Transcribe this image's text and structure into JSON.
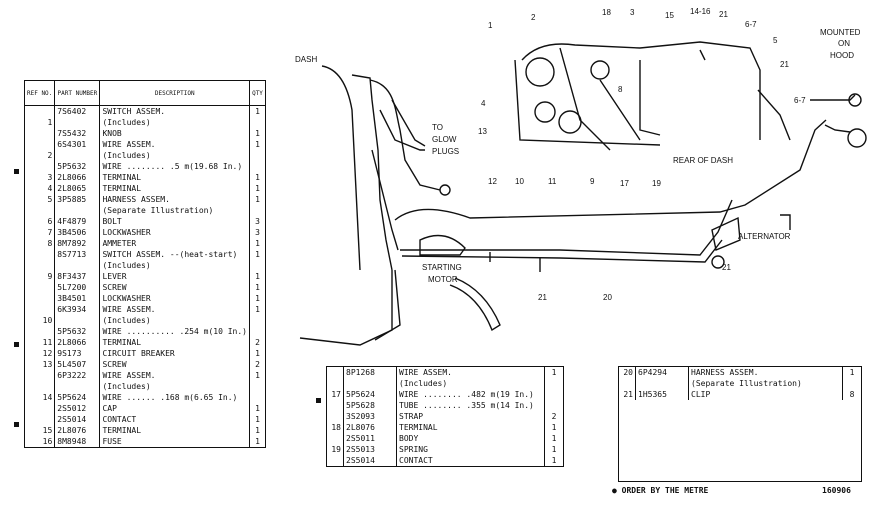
{
  "left_table": {
    "headers": {
      "ref": "REF NO.",
      "part": "PART NUMBER",
      "desc": "DESCRIPTION",
      "qty": "QTY"
    },
    "rows": [
      {
        "ref": "",
        "part": "7S6402",
        "desc": "SWITCH ASSEM.",
        "qty": "1"
      },
      {
        "ref": "1",
        "part": "",
        "desc": "(Includes)",
        "qty": ""
      },
      {
        "ref": "",
        "part": "7S5432",
        "desc": "KNOB",
        "qty": "1"
      },
      {
        "ref": "",
        "part": "6S4301",
        "desc": "WIRE ASSEM.",
        "qty": "1"
      },
      {
        "ref": "2",
        "part": "",
        "desc": "(Includes)",
        "qty": ""
      },
      {
        "ref": "",
        "part": "5P5632",
        "desc": "WIRE ........ .5 m(19.68 In.)",
        "qty": ""
      },
      {
        "ref": "3",
        "part": "2L8066",
        "desc": "TERMINAL",
        "qty": "1"
      },
      {
        "ref": "4",
        "part": "2L8065",
        "desc": "TERMINAL",
        "qty": "1"
      },
      {
        "ref": "5",
        "part": "3P5885",
        "desc": "HARNESS ASSEM.",
        "qty": "1"
      },
      {
        "ref": "",
        "part": "",
        "desc": "(Separate Illustration)",
        "qty": ""
      },
      {
        "ref": "6",
        "part": "4F4879",
        "desc": "BOLT",
        "qty": "3"
      },
      {
        "ref": "7",
        "part": "3B4506",
        "desc": "LOCKWASHER",
        "qty": "3"
      },
      {
        "ref": "8",
        "part": "8M7892",
        "desc": "AMMETER",
        "qty": "1"
      },
      {
        "ref": "",
        "part": "8S7713",
        "desc": "SWITCH ASSEM. --(heat-start)",
        "qty": "1"
      },
      {
        "ref": "",
        "part": "",
        "desc": "(Includes)",
        "qty": ""
      },
      {
        "ref": "9",
        "part": "8F3437",
        "desc": "LEVER",
        "qty": "1"
      },
      {
        "ref": "",
        "part": "5L7200",
        "desc": "SCREW",
        "qty": "1"
      },
      {
        "ref": "",
        "part": "3B4501",
        "desc": "LOCKWASHER",
        "qty": "1"
      },
      {
        "ref": "",
        "part": "6K3934",
        "desc": "WIRE ASSEM.",
        "qty": "1"
      },
      {
        "ref": "10",
        "part": "",
        "desc": "(Includes)",
        "qty": ""
      },
      {
        "ref": "",
        "part": "5P5632",
        "desc": "WIRE .......... .254 m(10 In.)",
        "qty": ""
      },
      {
        "ref": "11",
        "part": "2L8066",
        "desc": "TERMINAL",
        "qty": "2"
      },
      {
        "ref": "12",
        "part": "9S173",
        "desc": "CIRCUIT BREAKER",
        "qty": "1"
      },
      {
        "ref": "13",
        "part": "5L4507",
        "desc": "SCREW",
        "qty": "2"
      },
      {
        "ref": "",
        "part": "6P3222",
        "desc": "WIRE ASSEM.",
        "qty": "1"
      },
      {
        "ref": "",
        "part": "",
        "desc": "(Includes)",
        "qty": ""
      },
      {
        "ref": "14",
        "part": "5P5624",
        "desc": "WIRE ...... .168 m(6.65 In.)",
        "qty": ""
      },
      {
        "ref": "",
        "part": "2S5012",
        "desc": "CAP",
        "qty": "1"
      },
      {
        "ref": "",
        "part": "2S5014",
        "desc": "CONTACT",
        "qty": "1"
      },
      {
        "ref": "15",
        "part": "2L8076",
        "desc": "TERMINAL",
        "qty": "1"
      },
      {
        "ref": "16",
        "part": "8M8948",
        "desc": "FUSE",
        "qty": "1"
      }
    ]
  },
  "middle_table": {
    "rows": [
      {
        "ref": "",
        "part": "8P1268",
        "desc": "WIRE ASSEM.",
        "qty": "1"
      },
      {
        "ref": "",
        "part": "",
        "desc": "(Includes)",
        "qty": ""
      },
      {
        "ref": "17",
        "part": "5P5624",
        "desc": "WIRE ........ .482 m(19 In.)",
        "qty": ""
      },
      {
        "ref": "",
        "part": "5P5628",
        "desc": "TUBE ........ .355 m(14 In.)",
        "qty": ""
      },
      {
        "ref": "",
        "part": "3S2093",
        "desc": "STRAP",
        "qty": "2"
      },
      {
        "ref": "18",
        "part": "2L8076",
        "desc": "TERMINAL",
        "qty": "1"
      },
      {
        "ref": "",
        "part": "2S5011",
        "desc": "BODY",
        "qty": "1"
      },
      {
        "ref": "19",
        "part": "2S5013",
        "desc": "SPRING",
        "qty": "1"
      },
      {
        "ref": "",
        "part": "2S5014",
        "desc": "CONTACT",
        "qty": "1"
      }
    ]
  },
  "right_table": {
    "rows": [
      {
        "ref": "20",
        "part": "6P4294",
        "desc": "HARNESS ASSEM.",
        "qty": "1"
      },
      {
        "ref": "",
        "part": "",
        "desc": "(Separate Illustration)",
        "qty": ""
      },
      {
        "ref": "21",
        "part": "1H5365",
        "desc": "CLIP",
        "qty": "8"
      }
    ]
  },
  "footer": {
    "order_note": "ORDER BY THE METRE",
    "figure_no": "160906"
  },
  "diagram": {
    "labels": {
      "dash": "DASH",
      "to_glow": "TO",
      "glow": "GLOW",
      "plugs": "PLUGS",
      "rear_of_dash": "REAR OF DASH",
      "mounted": "MOUNTED",
      "on": "ON",
      "hood": "HOOD",
      "alternator": "ALTERNATOR",
      "starting": "STARTING",
      "motor": "MOTOR"
    },
    "callouts": [
      "1",
      "2",
      "18",
      "3",
      "15",
      "14-16",
      "21",
      "6-7",
      "5",
      "21",
      "6-7",
      "4",
      "8",
      "13",
      "12",
      "10",
      "11",
      "9",
      "17",
      "19",
      "21",
      "20",
      "21"
    ]
  }
}
